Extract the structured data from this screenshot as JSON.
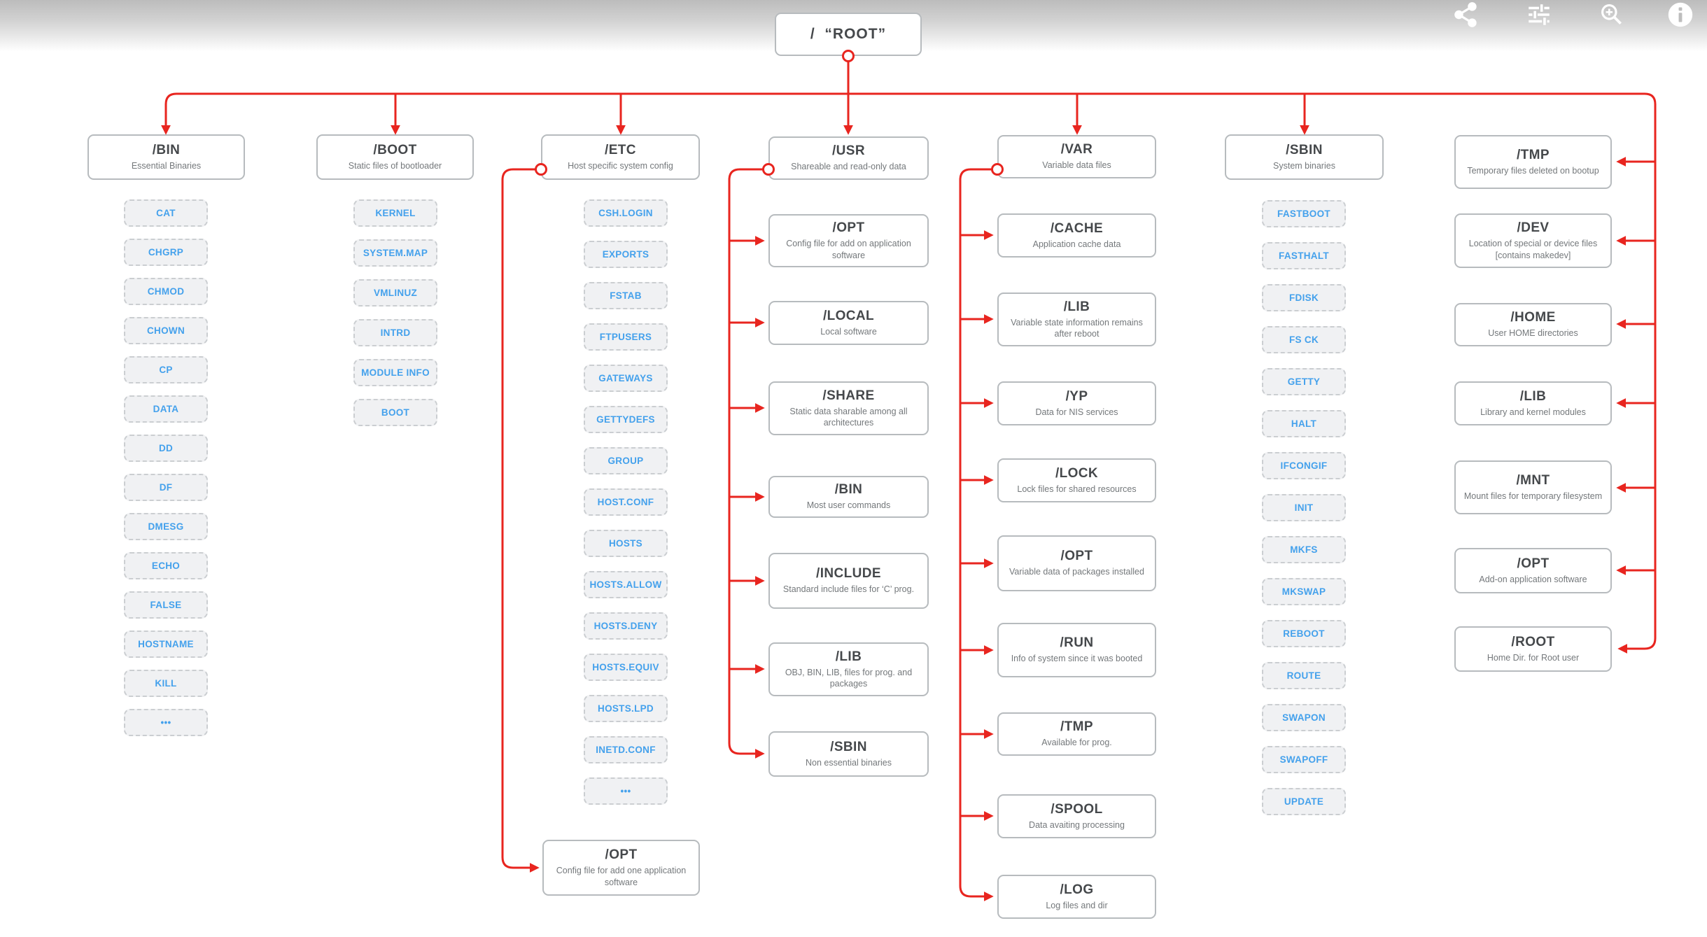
{
  "toolbar": {
    "icons": [
      {
        "name": "share"
      },
      {
        "name": "tune"
      },
      {
        "name": "zoom-in"
      },
      {
        "name": "info"
      }
    ]
  },
  "colors": {
    "connector_red": "#e8251f",
    "item_blue": "#44a1ec"
  },
  "root": {
    "label": "/  “ROOT”"
  },
  "columns": {
    "bin": {
      "title": "/BIN",
      "subtitle": "Essential Binaries",
      "items": [
        "CAT",
        "CHGRP",
        "CHMOD",
        "CHOWN",
        "CP",
        "DATA",
        "DD",
        "DF",
        "DMESG",
        "ECHO",
        "FALSE",
        "HOSTNAME",
        "KILL",
        "•••"
      ]
    },
    "boot": {
      "title": "/BOOT",
      "subtitle": "Static files of bootloader",
      "items": [
        "KERNEL",
        "SYSTEM.MAP",
        "VMLINUZ",
        "INTRD",
        "MODULE INFO",
        "BOOT"
      ]
    },
    "etc": {
      "title": "/ETC",
      "subtitle": "Host specific system config",
      "items": [
        "CSH.LOGIN",
        "EXPORTS",
        "FSTAB",
        "FTPUSERS",
        "GATEWAYS",
        "GETTYDEFS",
        "GROUP",
        "HOST.CONF",
        "HOSTS",
        "HOSTS.ALLOW",
        "HOSTS.DENY",
        "HOSTS.EQUIV",
        "HOSTS.LPD",
        "INETD.CONF",
        "•••"
      ],
      "extra": {
        "title": "/OPT",
        "desc": "Config file for add one application software"
      }
    },
    "usr": {
      "title": "/USR",
      "subtitle": "Shareable and read-only data",
      "children": [
        {
          "title": "/OPT",
          "desc": "Config file for add on application software"
        },
        {
          "title": "/LOCAL",
          "desc": "Local software"
        },
        {
          "title": "/SHARE",
          "desc": "Static data sharable among all architectures"
        },
        {
          "title": "/BIN",
          "desc": "Most user commands"
        },
        {
          "title": "/INCLUDE",
          "desc": "Standard include files for ‘C’ prog."
        },
        {
          "title": "/LIB",
          "desc": "OBJ, BIN, LIB, files for prog. and packages"
        },
        {
          "title": "/SBIN",
          "desc": "Non essential binaries"
        }
      ]
    },
    "var": {
      "title": "/VAR",
      "subtitle": "Variable data files",
      "children": [
        {
          "title": "/CACHE",
          "desc": "Application cache data"
        },
        {
          "title": "/LIB",
          "desc": "Variable state information remains after reboot"
        },
        {
          "title": "/YP",
          "desc": "Data for NIS services"
        },
        {
          "title": "/LOCK",
          "desc": "Lock files for shared resources"
        },
        {
          "title": "/OPT",
          "desc": "Variable data of packages installed"
        },
        {
          "title": "/RUN",
          "desc": "Info of system since it was booted"
        },
        {
          "title": "/TMP",
          "desc": "Available for prog."
        },
        {
          "title": "/SPOOL",
          "desc": "Data avaiting processing"
        },
        {
          "title": "/LOG",
          "desc": "Log files and dir"
        }
      ]
    },
    "sbin": {
      "title": "/SBIN",
      "subtitle": "System binaries",
      "items": [
        "FASTBOOT",
        "FASTHALT",
        "FDISK",
        "FS CK",
        "GETTY",
        "HALT",
        "IFCONGIF",
        "INIT",
        "MKFS",
        "MKSWAP",
        "REBOOT",
        "ROUTE",
        "SWAPON",
        "SWAPOFF",
        "UPDATE"
      ]
    },
    "right": {
      "children": [
        {
          "title": "/TMP",
          "desc": "Temporary files deleted on bootup"
        },
        {
          "title": "/DEV",
          "desc": "Location of special or device files [contains makedev]"
        },
        {
          "title": "/HOME",
          "desc": "User HOME directories"
        },
        {
          "title": "/LIB",
          "desc": "Library and kernel modules"
        },
        {
          "title": "/MNT",
          "desc": "Mount files for temporary filesystem"
        },
        {
          "title": "/OPT",
          "desc": "Add-on application software"
        },
        {
          "title": "/ROOT",
          "desc": "Home Dir. for Root user"
        }
      ]
    }
  }
}
